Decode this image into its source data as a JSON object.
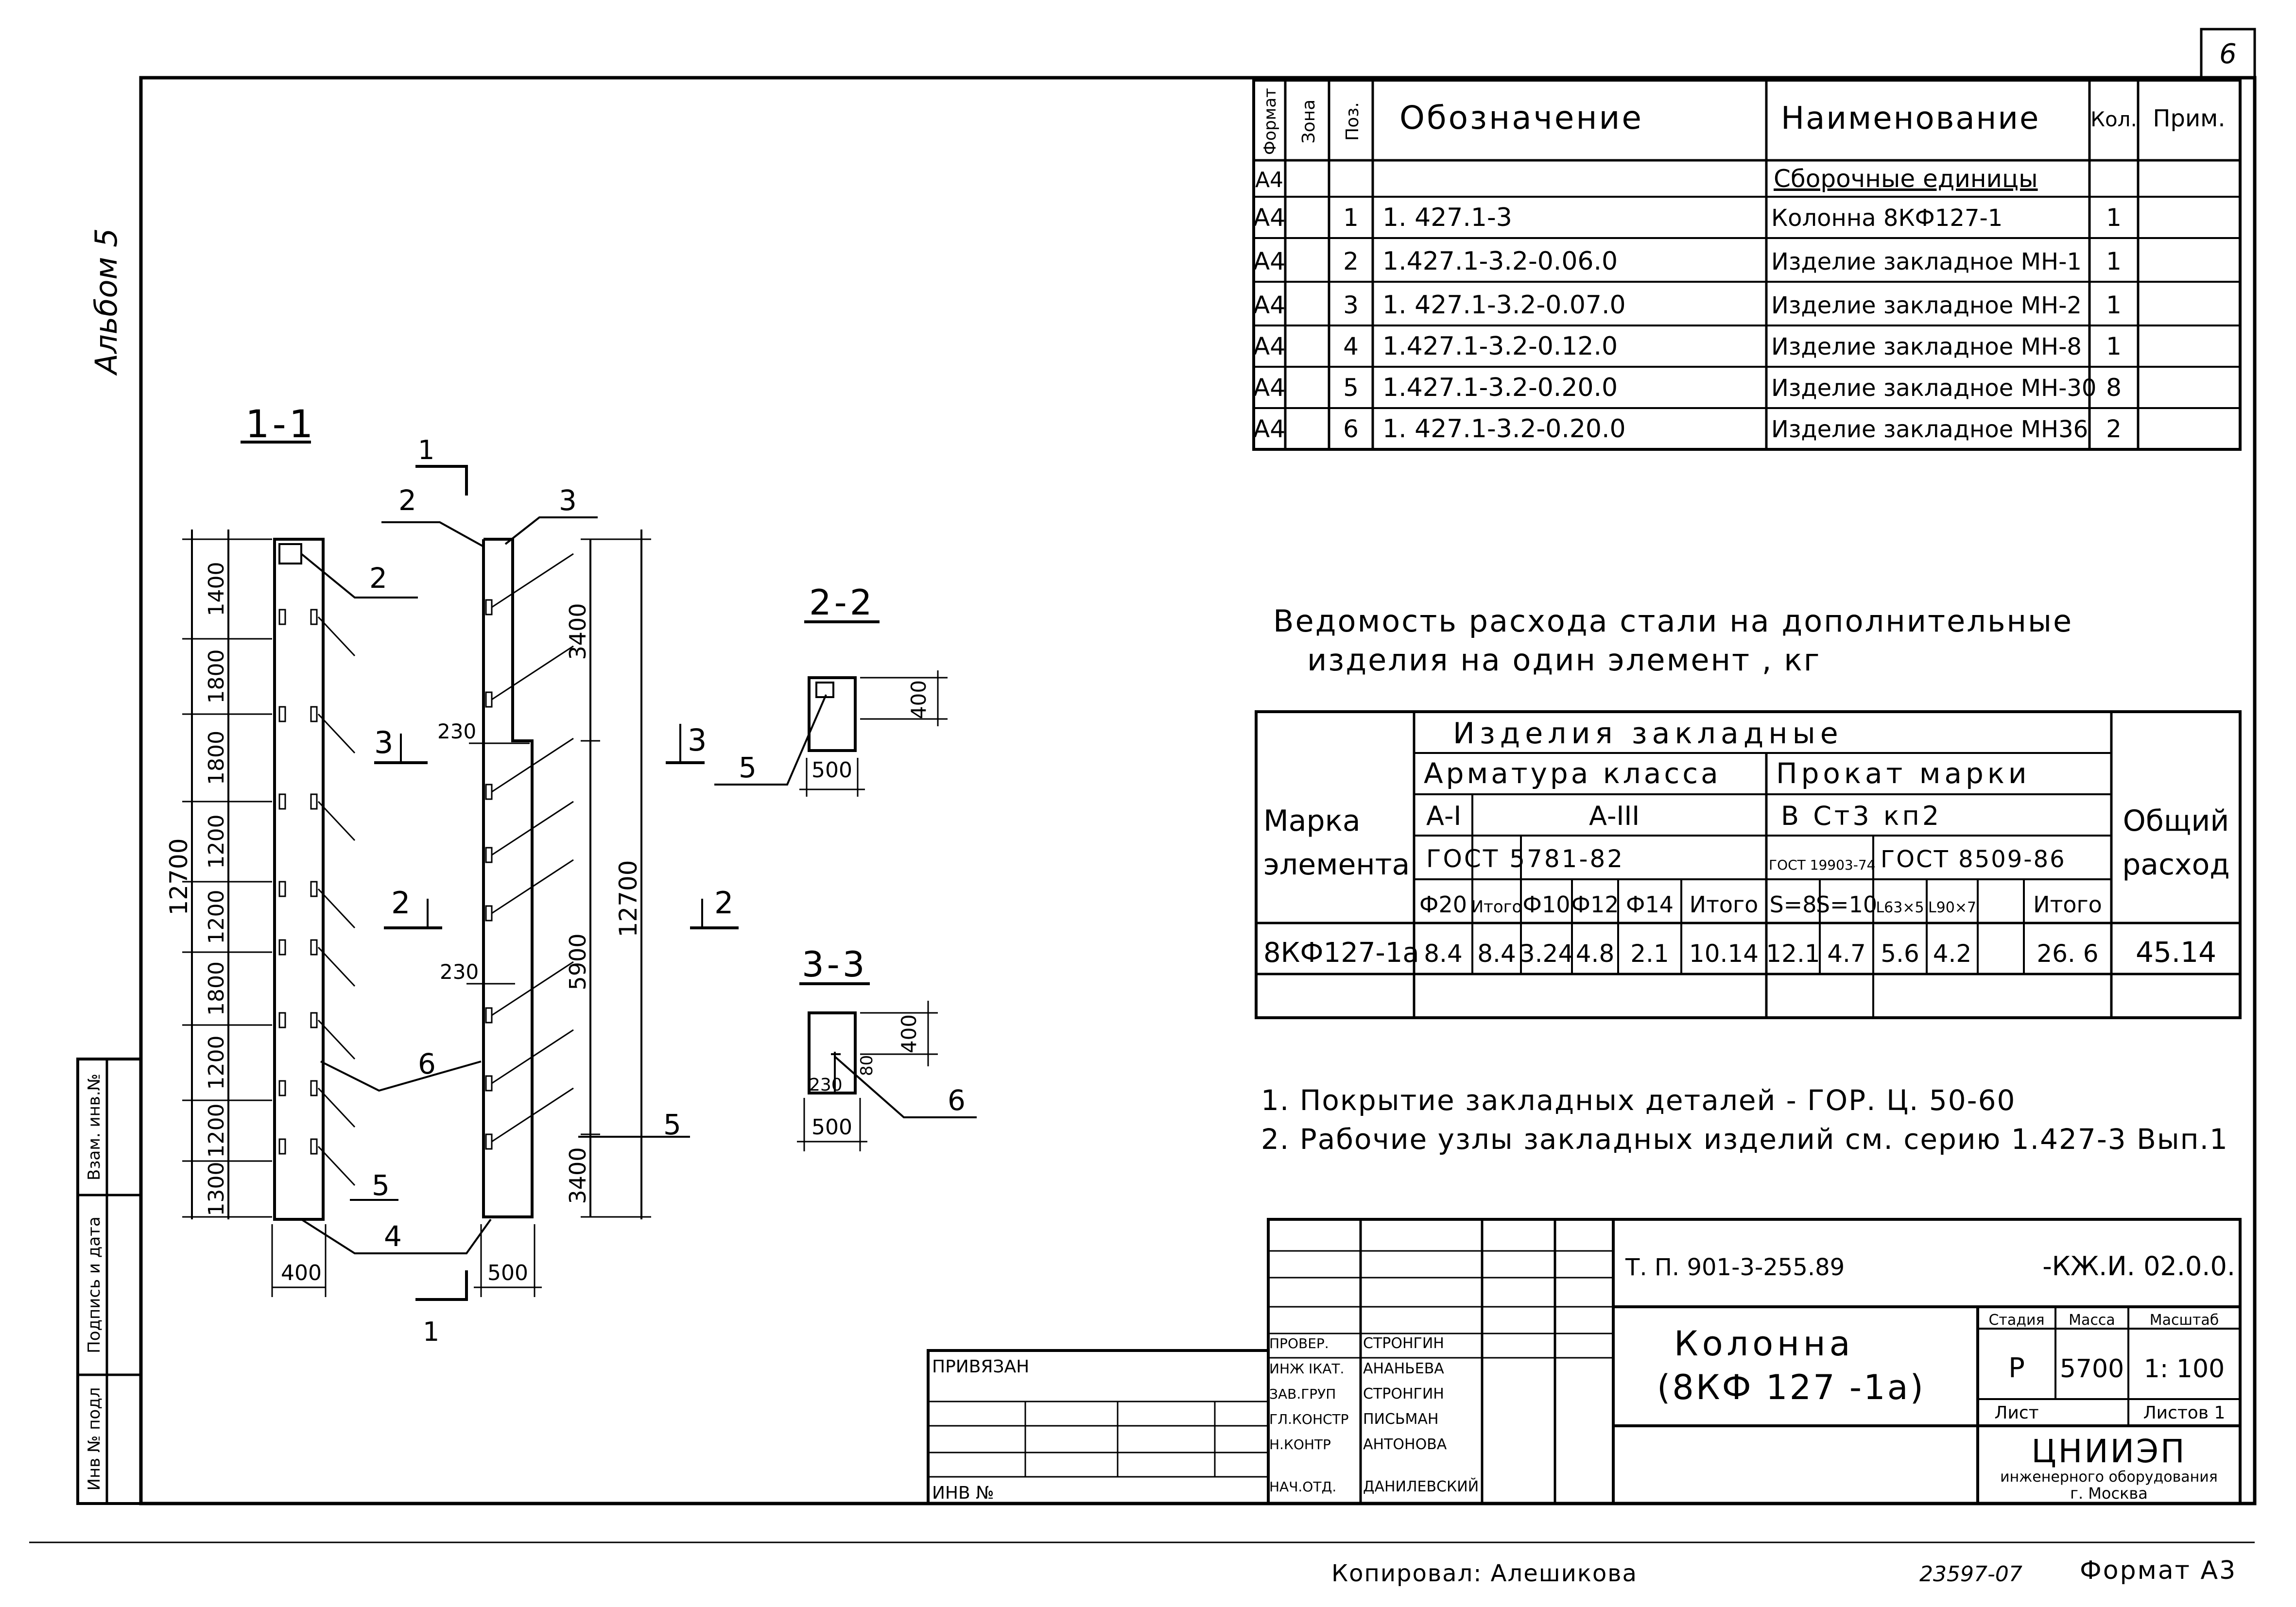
{
  "sheet_number": "6",
  "album_label": "Альбом 5",
  "spec_table": {
    "headers": [
      "Формат",
      "Зона",
      "Поз.",
      "Обозначение",
      "Наименование",
      "Кол.",
      "Прим."
    ],
    "section": "Сборочные единицы",
    "section_format": "А4",
    "rows": [
      [
        "А4",
        "",
        "1",
        "1. 427.1-3",
        "Колонна 8КФ127-1",
        "1",
        ""
      ],
      [
        "А4",
        "",
        "2",
        "1.427.1-3.2-0.06.0",
        "Изделие закладное МН-1",
        "1",
        ""
      ],
      [
        "А4",
        "",
        "3",
        "1. 427.1-3.2-0.07.0",
        "Изделие закладное МН-2",
        "1",
        ""
      ],
      [
        "А4",
        "",
        "4",
        "1.427.1-3.2-0.12.0",
        "Изделие закладное МН-8",
        "1",
        ""
      ],
      [
        "А4",
        "",
        "5",
        "1.427.1-3.2-0.20.0",
        "Изделие закладное МН-30",
        "8",
        ""
      ],
      [
        "А4",
        "",
        "6",
        "1. 427.1-3.2-0.20.0",
        "Изделие закладное МН36",
        "2",
        ""
      ]
    ]
  },
  "steel_title_line1": "Ведомость расхода стали на дополнительные",
  "steel_title_line2": "изделия на один элемент , кг",
  "steel_table": {
    "h_izdelia": "Изделия закладные",
    "h_armatura": "Арматура класса",
    "h_prokat": "Прокат марки",
    "h_marka": "Марка элемента",
    "h_obshiy": "Общий расход",
    "h_a1": "А-I",
    "h_a3": "А-III",
    "h_vst": "В Ст3 кп2",
    "h_gost1": "ГОСТ 5781-82",
    "h_gost2": "ГОСТ 19903-74",
    "h_gost3": "ГОСТ 8509-86",
    "subheaders": [
      "Ф20",
      "Итого",
      "Ф10",
      "Ф12",
      "Ф14",
      "Итого",
      "S=8",
      "S=10",
      "L63×5",
      "L90×7",
      "",
      "Итого"
    ],
    "row": [
      "8КФ127-1а",
      "8.4",
      "8.4",
      "3.24",
      "4.8",
      "2.1",
      "10.14",
      "12.1",
      "4.7",
      "5.6",
      "4.2",
      "",
      "26. 6",
      "45.14"
    ]
  },
  "notes": [
    "1. Покрытие закладных деталей - ГОР. Ц. 50-60",
    "2. Рабочие узлы закладных изделий см. серию 1.427-3 Вып.1"
  ],
  "drawing": {
    "section_11": "1-1",
    "section_22": "2-2",
    "section_33": "3-3",
    "dims_left": [
      "1400",
      "1800",
      "1800",
      "1200",
      "1200",
      "1800",
      "1200",
      "1200",
      "1300"
    ],
    "total_left": "12700",
    "total_right": "12700",
    "dim_3400_top": "3400",
    "dim_5900": "5900",
    "dim_3400_bot": "3400",
    "dim_230_a": "230",
    "dim_230_b": "230",
    "dim_400": "400",
    "dim_500": "500",
    "s22_400": "400",
    "s22_500": "500",
    "s33_400": "400",
    "s33_500": "500",
    "s33_230": "230",
    "s33_80": "80",
    "leaders": {
      "p1": "1",
      "p2": "2",
      "p3": "3",
      "p4": "4",
      "p5": "5",
      "p6": "6"
    },
    "cuts": {
      "c1": "1",
      "c2": "2",
      "c3": "3"
    }
  },
  "title_block": {
    "code": "Т. П. 901-3-255.89",
    "code_suffix": "-КЖ.И. 02.0.0.",
    "name_line1": "Колонна",
    "name_line2": "(8КФ 127 -1а)",
    "stage_label": "Стадия",
    "mass_label": "Масса",
    "scale_label": "Масштаб",
    "stage": "Р",
    "mass": "5700",
    "scale": "1: 100",
    "sheet_label": "Лист",
    "sheets_label": "Листов 1",
    "org_line1": "ЦНИИЭП",
    "org_line2": "инженерного оборудования",
    "org_line3": "г. Москва",
    "privyazan": "ПРИВЯЗАН",
    "inv_no": "ИНВ №",
    "signers": [
      [
        "ПРОВЕР.",
        "СТРОНГИН"
      ],
      [
        "ИНЖ IКАТ.",
        "АНАНЬЕВА"
      ],
      [
        "ЗАВ.ГРУП",
        "СТРОНГИН"
      ],
      [
        "ГЛ.КОНСТР",
        "ПИСЬМАН"
      ],
      [
        "Н.КОНТР",
        "АНТОНОВА"
      ],
      [
        "НАЧ.ОТД.",
        "ДАНИЛЕВСКИЙ"
      ]
    ]
  },
  "side_stamp": [
    "Инв № подл",
    "Подпись и дата",
    "Взам. инв.№"
  ],
  "copied_by": "Копировал: Алешикова",
  "doc_number": "23597-07",
  "format_label": "Формат А3"
}
